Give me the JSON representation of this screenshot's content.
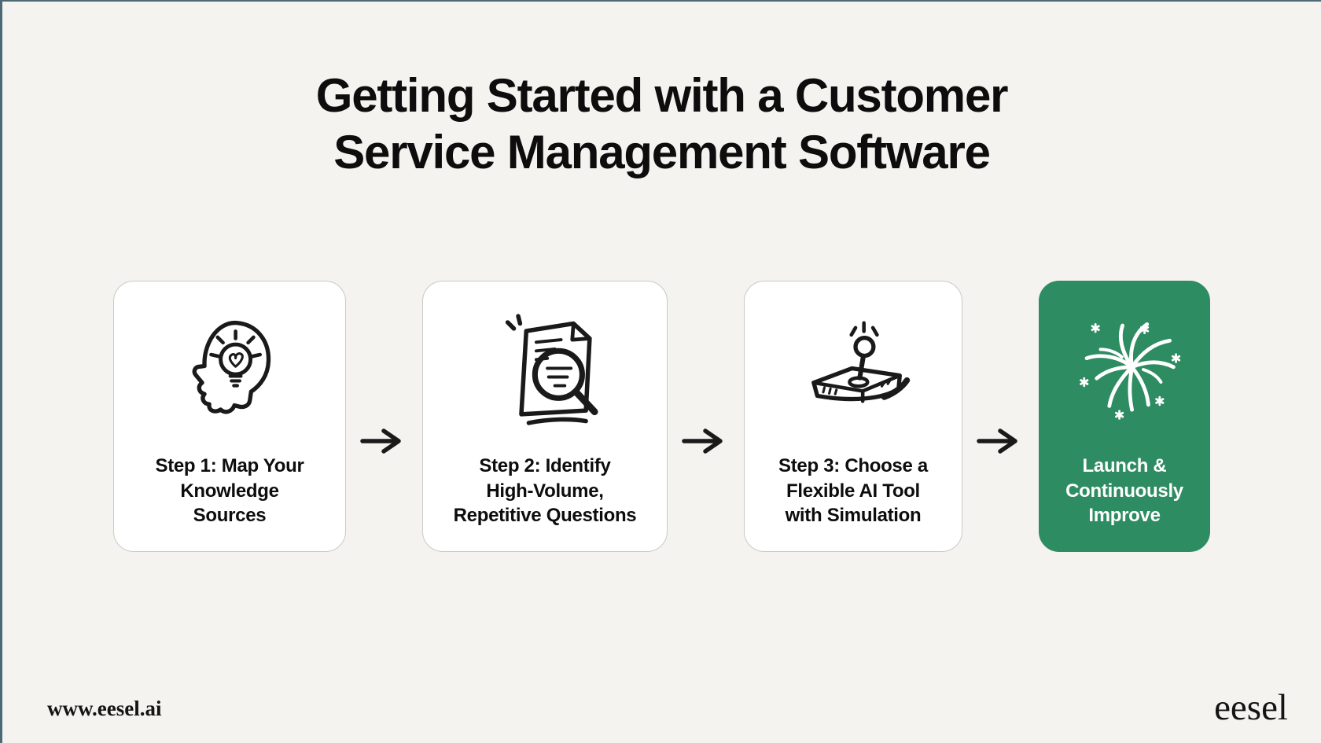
{
  "page": {
    "title": "Getting Started with a Customer\nService Management Software"
  },
  "steps": [
    {
      "label": "Step 1: Map Your\nKnowledge\nSources",
      "icon": "head-lightbulb-icon",
      "variant": "white"
    },
    {
      "label": "Step 2: Identify\nHigh-Volume,\nRepetitive Questions",
      "icon": "document-magnifier-icon",
      "variant": "white"
    },
    {
      "label": "Step 3: Choose a\nFlexible AI Tool\nwith Simulation",
      "icon": "joystick-icon",
      "variant": "white"
    },
    {
      "label": "Launch &\nContinuously\nImprove",
      "icon": "fireworks-icon",
      "variant": "green"
    }
  ],
  "connector": {
    "icon": "right-arrow-icon"
  },
  "colors": {
    "background": "#F5F3F0",
    "card_background": "#FFFFFF",
    "card_border": "#C9C9C6",
    "accent_green": "#2E8C62",
    "text_dark": "#0D0D0D",
    "text_on_green": "#FFFFFF",
    "edge_line": "#4C6A74"
  },
  "footer": {
    "website": "www.eesel.ai",
    "brand": "eesel"
  }
}
